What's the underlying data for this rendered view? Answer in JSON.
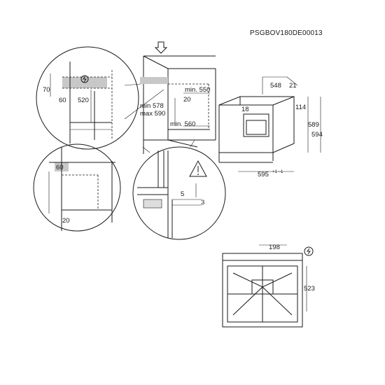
{
  "doc_code": "PSGBOV180DE00013",
  "detail_top": {
    "d70": "70",
    "d60": "60",
    "d520": "520"
  },
  "detail_bottom": {
    "d60": "60",
    "d20": "20"
  },
  "niche": {
    "min550": "min. 550",
    "d20": "20",
    "min578": "min 578",
    "max590": "max 590",
    "min560": "min. 560"
  },
  "floor_detail": {
    "d5": "5",
    "d3": "3"
  },
  "oven": {
    "d548": "548",
    "d21": "21",
    "d18": "18",
    "d114": "114",
    "d589": "589",
    "d594": "594",
    "d595": "595",
    "tol": "+1 −1"
  },
  "rear": {
    "d198": "198",
    "d523": "523"
  }
}
